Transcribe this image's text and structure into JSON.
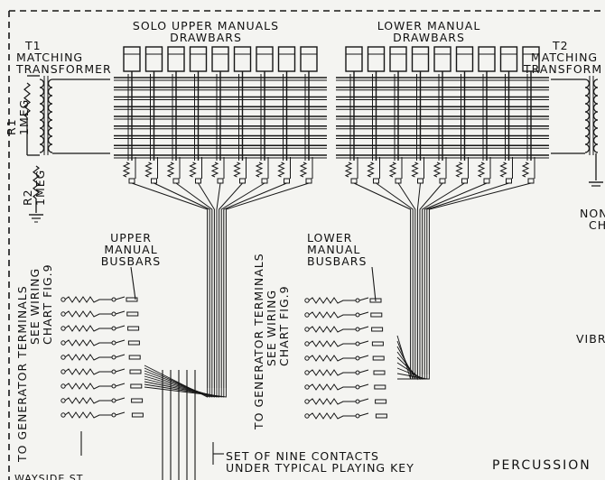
{
  "labels": {
    "solo_upper": [
      "SOLO  UPPER MANUALS",
      "DRAWBARS"
    ],
    "lower_manual": [
      "LOWER MANUAL",
      "DRAWBARS"
    ],
    "t1": [
      "T1",
      "MATCHING",
      "TRANSFORMER"
    ],
    "t2": [
      "T2",
      "MATCHING",
      "TRANSFORM"
    ],
    "upper_busbars": [
      "UPPER",
      "MANUAL",
      "BUSBARS"
    ],
    "lower_busbars": [
      "LOWER",
      "MANUAL",
      "BUSBARS"
    ],
    "gen_terms": [
      "TO GENERATOR TERMINALS",
      "SEE WIRING",
      "CHART FIG.9"
    ],
    "contacts": [
      "SET OF NINE CONTACTS",
      "UNDER TYPICAL PLAYING KEY"
    ],
    "r1": [
      "R1",
      "1MEG"
    ],
    "r2": [
      "R2",
      "1MEG"
    ],
    "non_ch": [
      "NON",
      "CH"
    ],
    "vibr": "VIBR",
    "percussion": "PERCUSSION",
    "bottom_left": "WAYSIDE ST"
  },
  "counts": {
    "drawbars_per_manual": 9,
    "busbars_per_manual": 9
  }
}
